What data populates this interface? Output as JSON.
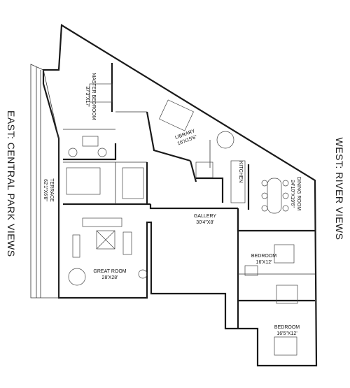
{
  "views": {
    "east": "EAST: CENTRAL PARK VIEWS",
    "west": "WEST: RIVER VIEWS"
  },
  "rooms": {
    "master_bedroom": {
      "name": "MASTER BEDROOM",
      "size": "37'3\"X17'"
    },
    "library": {
      "name": "LIBRARY",
      "size": "16'X15'6\""
    },
    "kitchen": {
      "name": "KITCHEN"
    },
    "dining_room": {
      "name": "DINING ROOM",
      "size": "24'10\"X19'6\""
    },
    "terrace": {
      "name": "TERRACE",
      "size": "62'1\"X6'8\""
    },
    "gallery": {
      "name": "GALLERY",
      "size": "30'4\"X8'"
    },
    "great_room": {
      "name": "GREAT ROOM",
      "size": "28'X28'"
    },
    "bedroom_1": {
      "name": "BEDROOM",
      "size": "16'X12'"
    },
    "bedroom_2": {
      "name": "BEDROOM",
      "size": "16'5\"X12'"
    }
  }
}
